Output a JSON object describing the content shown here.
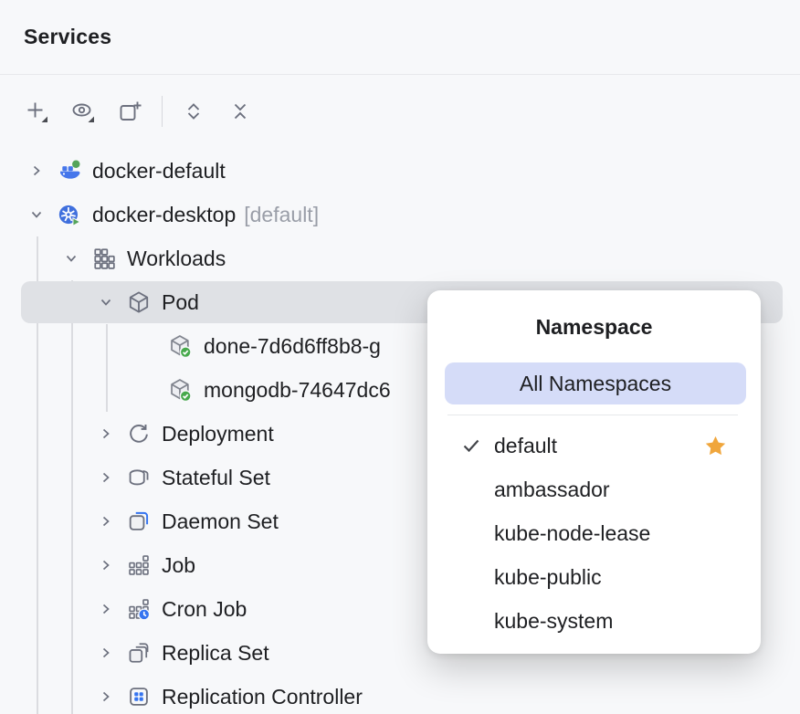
{
  "window": {
    "title": "Services"
  },
  "toolbar": {
    "buttons": [
      {
        "name": "add",
        "icon": "plus-dropdown-icon"
      },
      {
        "name": "show-options",
        "icon": "eye-dropdown-icon"
      },
      {
        "name": "add-service",
        "icon": "new-service-plus-icon"
      },
      {
        "name": "expand-all",
        "icon": "expand-all-icon"
      },
      {
        "name": "collapse-all",
        "icon": "collapse-all-icon"
      }
    ]
  },
  "tree": {
    "items": [
      {
        "label": "docker-default",
        "icon": "docker-icon",
        "depth": 0,
        "state": "collapsed"
      },
      {
        "label": "docker-desktop",
        "suffix": "[default]",
        "icon": "kubernetes-icon",
        "depth": 0,
        "state": "expanded"
      },
      {
        "label": "Workloads",
        "icon": "workloads-icon",
        "depth": 1,
        "state": "expanded"
      },
      {
        "label": "Pod",
        "icon": "pod-icon",
        "depth": 2,
        "state": "expanded",
        "selected": true
      },
      {
        "label": "done-7d6d6ff8b8-g",
        "icon": "pod-running-icon",
        "depth": 3
      },
      {
        "label": "mongodb-74647dc6",
        "icon": "pod-running-icon",
        "depth": 3
      },
      {
        "label": "Deployment",
        "icon": "deployment-icon",
        "depth": 2,
        "state": "collapsed"
      },
      {
        "label": "Stateful Set",
        "icon": "stateful-set-icon",
        "depth": 2,
        "state": "collapsed"
      },
      {
        "label": "Daemon Set",
        "icon": "daemon-set-icon",
        "depth": 2,
        "state": "collapsed"
      },
      {
        "label": "Job",
        "icon": "job-icon",
        "depth": 2,
        "state": "collapsed"
      },
      {
        "label": "Cron Job",
        "icon": "cron-job-icon",
        "depth": 2,
        "state": "collapsed"
      },
      {
        "label": "Replica Set",
        "icon": "replica-set-icon",
        "depth": 2,
        "state": "collapsed"
      },
      {
        "label": "Replication Controller",
        "icon": "replication-controller-icon",
        "depth": 2,
        "state": "collapsed"
      }
    ]
  },
  "popup": {
    "title": "Namespace",
    "all_namespaces_label": "All Namespaces",
    "items": [
      {
        "label": "default",
        "checked": true,
        "starred": true
      },
      {
        "label": "ambassador"
      },
      {
        "label": "kube-node-lease"
      },
      {
        "label": "kube-public"
      },
      {
        "label": "kube-system"
      }
    ]
  },
  "colors": {
    "background": "#F7F8FA",
    "text": "#1E1F22",
    "icon_gray": "#6C707E",
    "selection_gray": "#DFE1E5",
    "popup_highlight": "#D5DCF8",
    "accent_blue": "#3574F0",
    "docker_blue": "#4576EB",
    "kubernetes_blue": "#3F6FDD",
    "status_green": "#55A45B",
    "star_orange": "#F0A63C"
  }
}
